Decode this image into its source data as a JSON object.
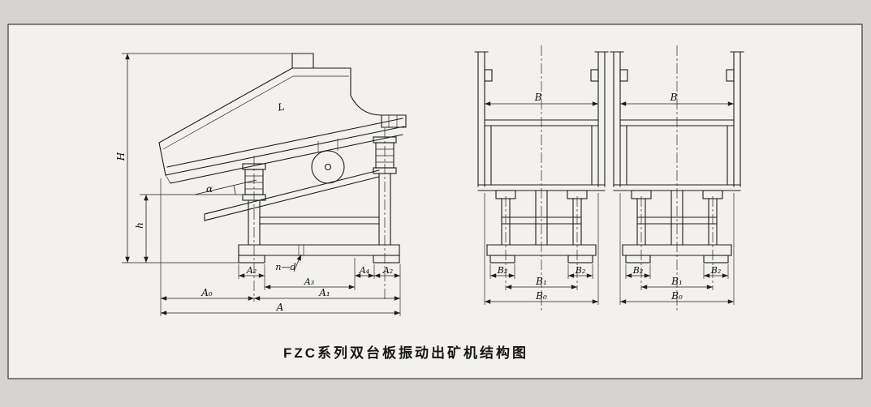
{
  "colors": {
    "page_background": "#d6d4d1",
    "panel_background": "#f2f1ee",
    "line_color": "#1d1d1d"
  },
  "caption": "FZC系列双台板振动出矿机结构图",
  "side_view": {
    "labels": {
      "overall_height": "H",
      "base_height": "h",
      "incline_angle": "α",
      "deck_length": "L",
      "anchor_holes": "n—d",
      "a2_left": "A₂",
      "a3": "A₃",
      "a4": "A₄",
      "a2_right": "A₂",
      "a0": "A₀",
      "a1": "A₁",
      "a_overall": "A"
    }
  },
  "front_views": {
    "left": {
      "b": "B",
      "b2_left": "B₂",
      "b2_right": "B₂",
      "b1": "B₁",
      "b0": "B₀"
    },
    "right": {
      "b": "B",
      "b2_left": "B₂",
      "b2_right": "B₂",
      "b1": "B₁",
      "b0": "B₀"
    }
  }
}
